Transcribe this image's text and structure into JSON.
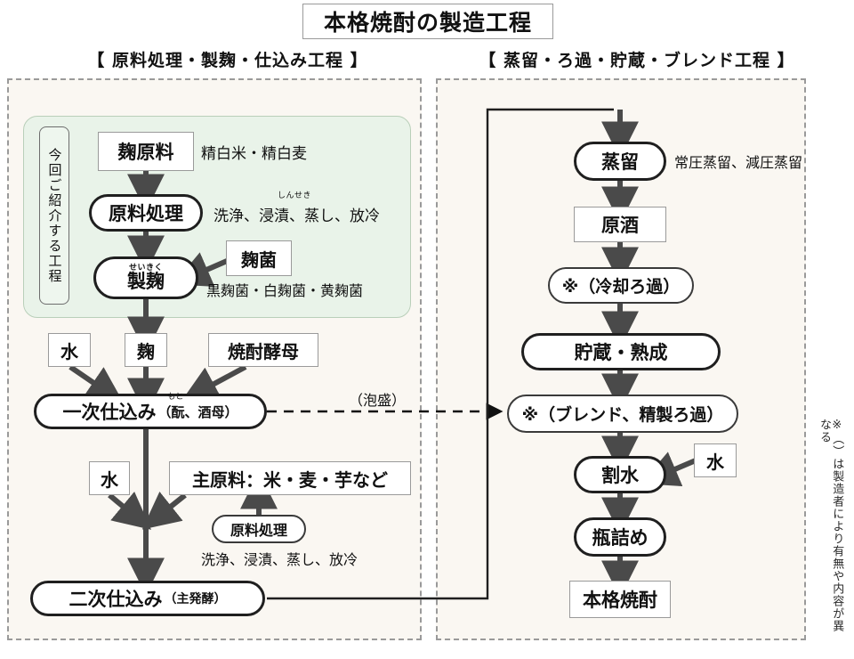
{
  "title": "本格焼酎の製造工程",
  "sections": {
    "left_header": "【 原料処理・製麹・仕込み工程 】",
    "right_header": "【 蒸留・ろ過・貯蔵・ブレンド工程 】"
  },
  "left_panel": {
    "group_label": "今回ご紹介する工程",
    "nodes": {
      "koji_material": "麹原料",
      "koji_material_note": "精白米・精白麦",
      "raw_processing": "原料処理",
      "raw_processing_note": "洗浄、浸漬、蒸し、放冷",
      "raw_processing_note_ruby": "しんせき",
      "seigiku": "製麹",
      "seigiku_ruby": "せいきく",
      "koji_kin": "麹菌",
      "koji_kin_note": "黒麹菌・白麹菌・黄麹菌",
      "water1": "水",
      "koji": "麹",
      "yeast": "焼酎酵母",
      "first_mash": "一次仕込み",
      "first_mash_sub": "（酛、酒母）",
      "first_mash_ruby": "もと",
      "awamori": "（泡盛）",
      "water2": "水",
      "main_material": "主原料：米・麦・芋など",
      "raw_processing2": "原料処理",
      "raw_processing2_note": "洗浄、浸漬、蒸し、放冷",
      "second_mash": "二次仕込み",
      "second_mash_sub": "（主発酵）"
    }
  },
  "right_panel": {
    "nodes": {
      "distillation": "蒸留",
      "distillation_note": "常圧蒸留、減圧蒸留",
      "genshu": "原酒",
      "cooling_filter": "※（冷却ろ過）",
      "storage": "貯蔵・熟成",
      "blend_filter": "※（ブレンド、精製ろ過）",
      "warimizu": "割水",
      "water3": "水",
      "bottling": "瓶詰め",
      "final": "本格焼酎"
    },
    "footnote": "※（）は製造者により有無や内容が異なる"
  },
  "colors": {
    "page_bg": "#ffffff",
    "panel_bg": "#faf7f2",
    "panel_border": "#9a9a9a",
    "group_bg": "#e9f3e9",
    "group_border": "#b9cfb9",
    "node_border_bold": "#1f1f1f",
    "node_border_thin": "#9a9a9a",
    "arrow": "#4a4a4a",
    "text": "#111111"
  }
}
